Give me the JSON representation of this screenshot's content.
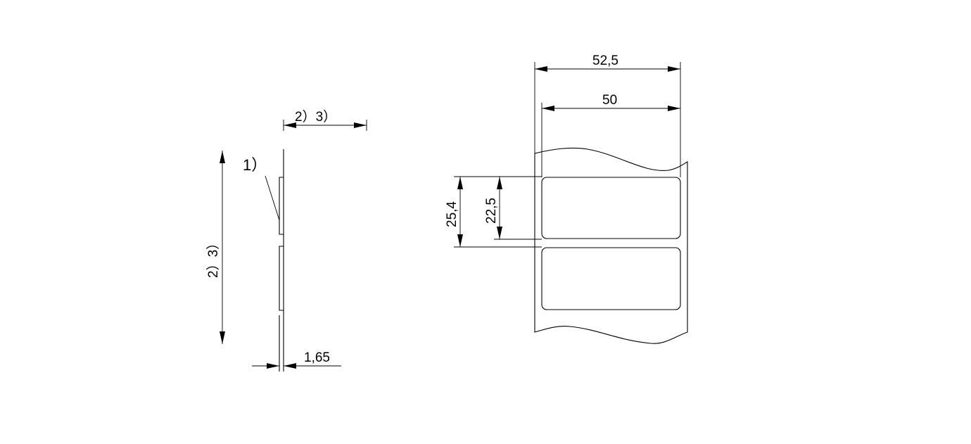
{
  "side_view": {
    "top_dimension": "2）3）",
    "height_dimension": "2）3）",
    "callout": "1）",
    "thickness": "1,65"
  },
  "front_view": {
    "outer_width": "52,5",
    "label_width": "50",
    "pitch": "25,4",
    "label_height": "22,5"
  },
  "colors": {
    "line": "#000000",
    "background": "#ffffff"
  }
}
